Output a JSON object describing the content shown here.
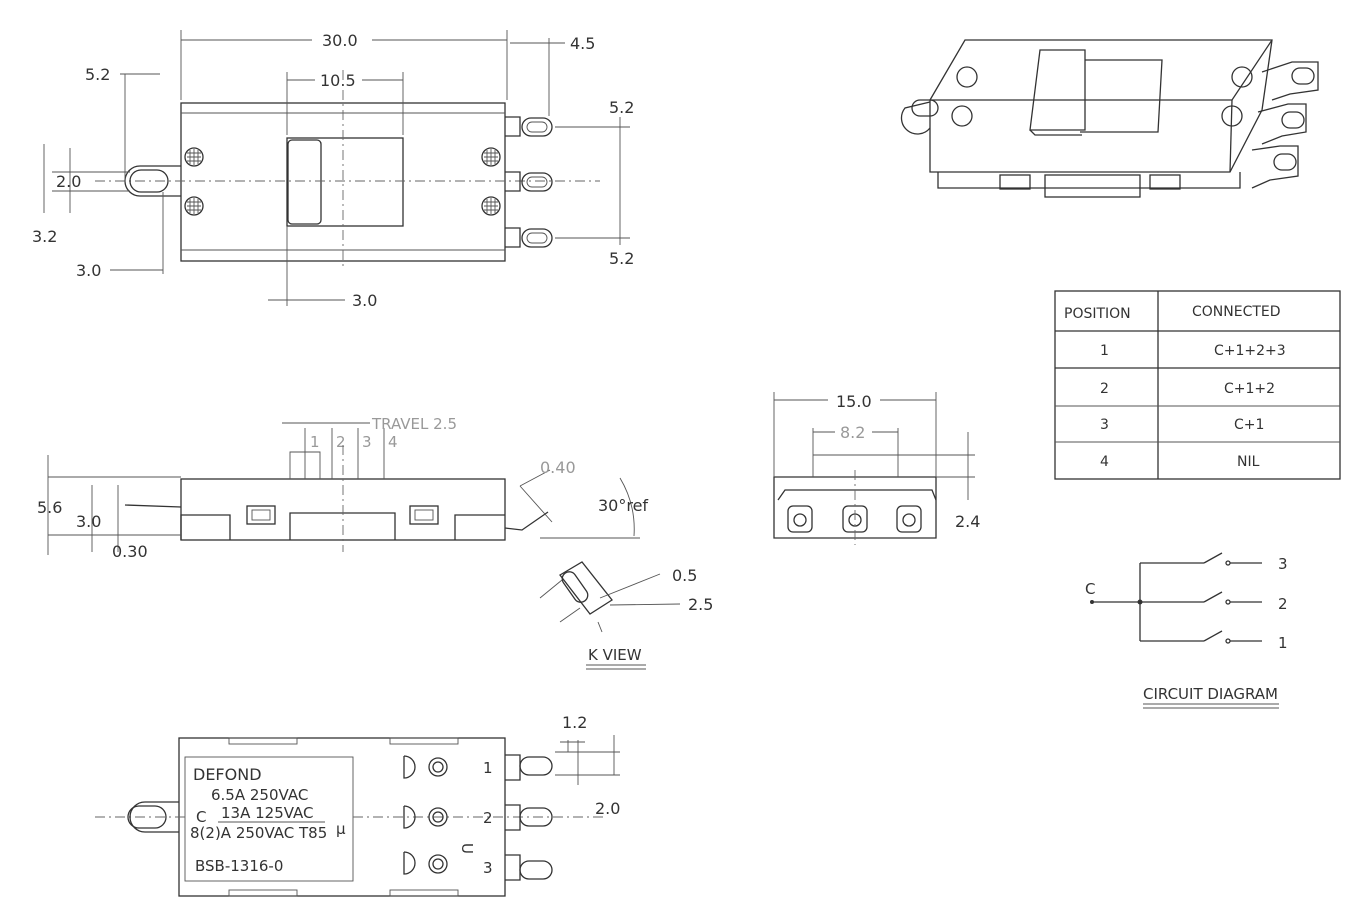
{
  "dimensions": {
    "width": "30.0",
    "tab_offset": "4.5",
    "left_offset": "5.2",
    "knob_width": "10.5",
    "tab_pitch_top": "5.2",
    "tab_pitch_bottom": "5.2",
    "hole_dia": "2.0",
    "hole_offset": "3.2",
    "lug_length": "3.0",
    "knob_offset": "3.0",
    "travel": "TRAVEL 2.5",
    "travel_positions": [
      "1",
      "2",
      "3",
      "4"
    ],
    "height": "5.6",
    "body_height": "3.0",
    "thickness": "0.30",
    "lead_thickness": "0.40",
    "bend_angle": "30°ref",
    "depth": "15.0",
    "inner_depth": "8.2",
    "end_height": "2.4",
    "k_width": "0.5",
    "k_length": "2.5",
    "k_view_label": "K VIEW",
    "tab_width": "1.2",
    "tab_spacing": "2.0"
  },
  "marking": {
    "brand": "DEFOND",
    "line1": "6.5A 250VAC",
    "line2": "13A 125VAC",
    "line3": "8(2)A 250VAC T85",
    "line3_mark": "μ",
    "part_no": "BSB-1316-0",
    "common_label": "C",
    "terminal_labels": [
      "1",
      "2",
      "3"
    ],
    "side_mark": "U"
  },
  "position_table": {
    "headers": [
      "POSITION",
      "CONNECTED"
    ],
    "rows": [
      {
        "position": "1",
        "connected": "C+1+2+3"
      },
      {
        "position": "2",
        "connected": "C+1+2"
      },
      {
        "position": "3",
        "connected": "C+1"
      },
      {
        "position": "4",
        "connected": "NIL"
      }
    ]
  },
  "circuit": {
    "common_label": "C",
    "terminals": [
      "3",
      "2",
      "1"
    ],
    "title": "CIRCUIT DIAGRAM"
  }
}
